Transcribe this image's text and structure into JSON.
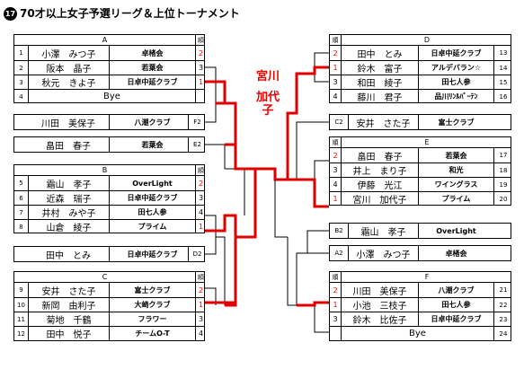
{
  "title": {
    "num": "17",
    "text": "70才以上女子予選リーグ＆上位トーナメント"
  },
  "header": {
    "rank_label": "順"
  },
  "champion": {
    "surname": "宮川",
    "given": "加代子"
  },
  "groups": {
    "A": {
      "name": "A",
      "rows": [
        {
          "no": "1",
          "name": "小澤　みつ子",
          "club": "卓楮会",
          "rank": "2",
          "rank_red": true
        },
        {
          "no": "2",
          "name": "阪本　晶子",
          "club": "若葉会",
          "rank": "3",
          "rank_red": false
        },
        {
          "no": "3",
          "name": "秋元　きよ子",
          "club": "日卓中延クラブ",
          "rank": "1",
          "rank_red": true
        },
        {
          "no": "4",
          "name": "Bye",
          "club": "",
          "rank": "",
          "rank_red": false
        }
      ]
    },
    "B": {
      "name": "B",
      "rows": [
        {
          "no": "5",
          "name": "霜山　孝子",
          "club": "OverLight",
          "rank": "2",
          "rank_red": true
        },
        {
          "no": "6",
          "name": "近森　瑞子",
          "club": "日卓中延クラブ",
          "rank": "3",
          "rank_red": false
        },
        {
          "no": "7",
          "name": "井村　みや子",
          "club": "田七人参",
          "rank": "4",
          "rank_red": false
        },
        {
          "no": "8",
          "name": "山倉　綾子",
          "club": "プライム",
          "rank": "1",
          "rank_red": true
        }
      ]
    },
    "C": {
      "name": "C",
      "rows": [
        {
          "no": "9",
          "name": "安井　さた子",
          "club": "富士クラブ",
          "rank": "2",
          "rank_red": true
        },
        {
          "no": "10",
          "name": "新岡　由利子",
          "club": "大崎クラブ",
          "rank": "1",
          "rank_red": true
        },
        {
          "no": "11",
          "name": "菊地　千鶴",
          "club": "フラワー",
          "rank": "3",
          "rank_red": false
        },
        {
          "no": "12",
          "name": "田中　悦子",
          "club": "チームO-T",
          "rank": "4",
          "rank_red": false
        }
      ]
    },
    "D": {
      "name": "D",
      "rows": [
        {
          "no": "13",
          "name": "田中　とみ",
          "club": "日卓中延クラブ",
          "rank": "2",
          "rank_red": true
        },
        {
          "no": "14",
          "name": "鈴木　富子",
          "club": "アルデバラン☆",
          "rank": "1",
          "rank_red": true
        },
        {
          "no": "15",
          "name": "和田　綾子",
          "club": "田七人参",
          "rank": "3",
          "rank_red": false
        },
        {
          "no": "16",
          "name": "藤川　君子",
          "club": "品川ﾘﾝﾙﾊﾟｰﾃﾝ",
          "rank": "4",
          "rank_red": false
        }
      ]
    },
    "E": {
      "name": "E",
      "rows": [
        {
          "no": "17",
          "name": "畠田　春子",
          "club": "若葉会",
          "rank": "2",
          "rank_red": true
        },
        {
          "no": "18",
          "name": "井上　まり子",
          "club": "和光",
          "rank": "3",
          "rank_red": false
        },
        {
          "no": "19",
          "name": "伊藤　光江",
          "club": "ワイングラス",
          "rank": "4",
          "rank_red": false
        },
        {
          "no": "20",
          "name": "宮川　加代子",
          "club": "プライム",
          "rank": "1",
          "rank_red": true
        }
      ]
    },
    "F": {
      "name": "F",
      "rows": [
        {
          "no": "21",
          "name": "川田　美保子",
          "club": "八潮クラブ",
          "rank": "2",
          "rank_red": true
        },
        {
          "no": "22",
          "name": "小池　三枝子",
          "club": "田七人参",
          "rank": "1",
          "rank_red": true
        },
        {
          "no": "23",
          "name": "鈴木　比佐子",
          "club": "日卓中延クラブ",
          "rank": "3",
          "rank_red": false
        },
        {
          "no": "24",
          "name": "Bye",
          "club": "",
          "rank": "",
          "rank_red": false
        }
      ]
    }
  },
  "seconds": {
    "F2": {
      "code": "F2",
      "name": "川田　美保子",
      "club": "八潮クラブ"
    },
    "E2": {
      "code": "E2",
      "name": "畠田　春子",
      "club": "若葉会"
    },
    "D2": {
      "code": "D2",
      "name": "田中　とみ",
      "club": "日卓中延クラブ"
    },
    "C2": {
      "code": "C2",
      "name": "安井　さた子",
      "club": "富士クラブ"
    },
    "B2": {
      "code": "B2",
      "name": "霜山　孝子",
      "club": "OverLight"
    },
    "A2": {
      "code": "A2",
      "name": "小澤　みつ子",
      "club": "卓楮会"
    }
  },
  "colors": {
    "winner_line": "#e00000",
    "rank_top": "#e00000"
  }
}
